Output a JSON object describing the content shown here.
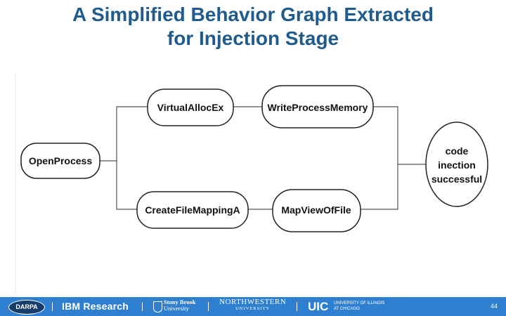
{
  "title": {
    "line1": "A Simplified Behavior Graph Extracted",
    "line2": "for Injection Stage"
  },
  "diagram": {
    "nodes": [
      {
        "id": "open",
        "label": "OpenProcess"
      },
      {
        "id": "valloc",
        "label": "VirtualAllocEx"
      },
      {
        "id": "wpm",
        "label": "WriteProcessMemory"
      },
      {
        "id": "cfm",
        "label": "CreateFileMappingA"
      },
      {
        "id": "mvof",
        "label": "MapViewOfFile"
      },
      {
        "id": "success",
        "label_lines": [
          "code",
          "inection",
          "successful"
        ]
      }
    ],
    "edges": [
      {
        "from": "open",
        "to": "valloc"
      },
      {
        "from": "valloc",
        "to": "wpm"
      },
      {
        "from": "wpm",
        "to": "success"
      },
      {
        "from": "open",
        "to": "cfm"
      },
      {
        "from": "cfm",
        "to": "mvof"
      },
      {
        "from": "mvof",
        "to": "success"
      }
    ]
  },
  "footer": {
    "darpa": "DARPA",
    "ibm": "IBM Research",
    "stony_line1": "Stony Brook",
    "stony_line2": "University",
    "northwestern_line1": "NORTHWESTERN",
    "northwestern_line2": "UNIVERSITY",
    "uic": "UIC",
    "uic_line1": "UNIVERSITY OF ILLINOIS",
    "uic_line2": "AT CHICAGO",
    "page_number": "44"
  },
  "colors": {
    "title": "#1f5b8c",
    "footer_bg": "#2f7fd0"
  }
}
